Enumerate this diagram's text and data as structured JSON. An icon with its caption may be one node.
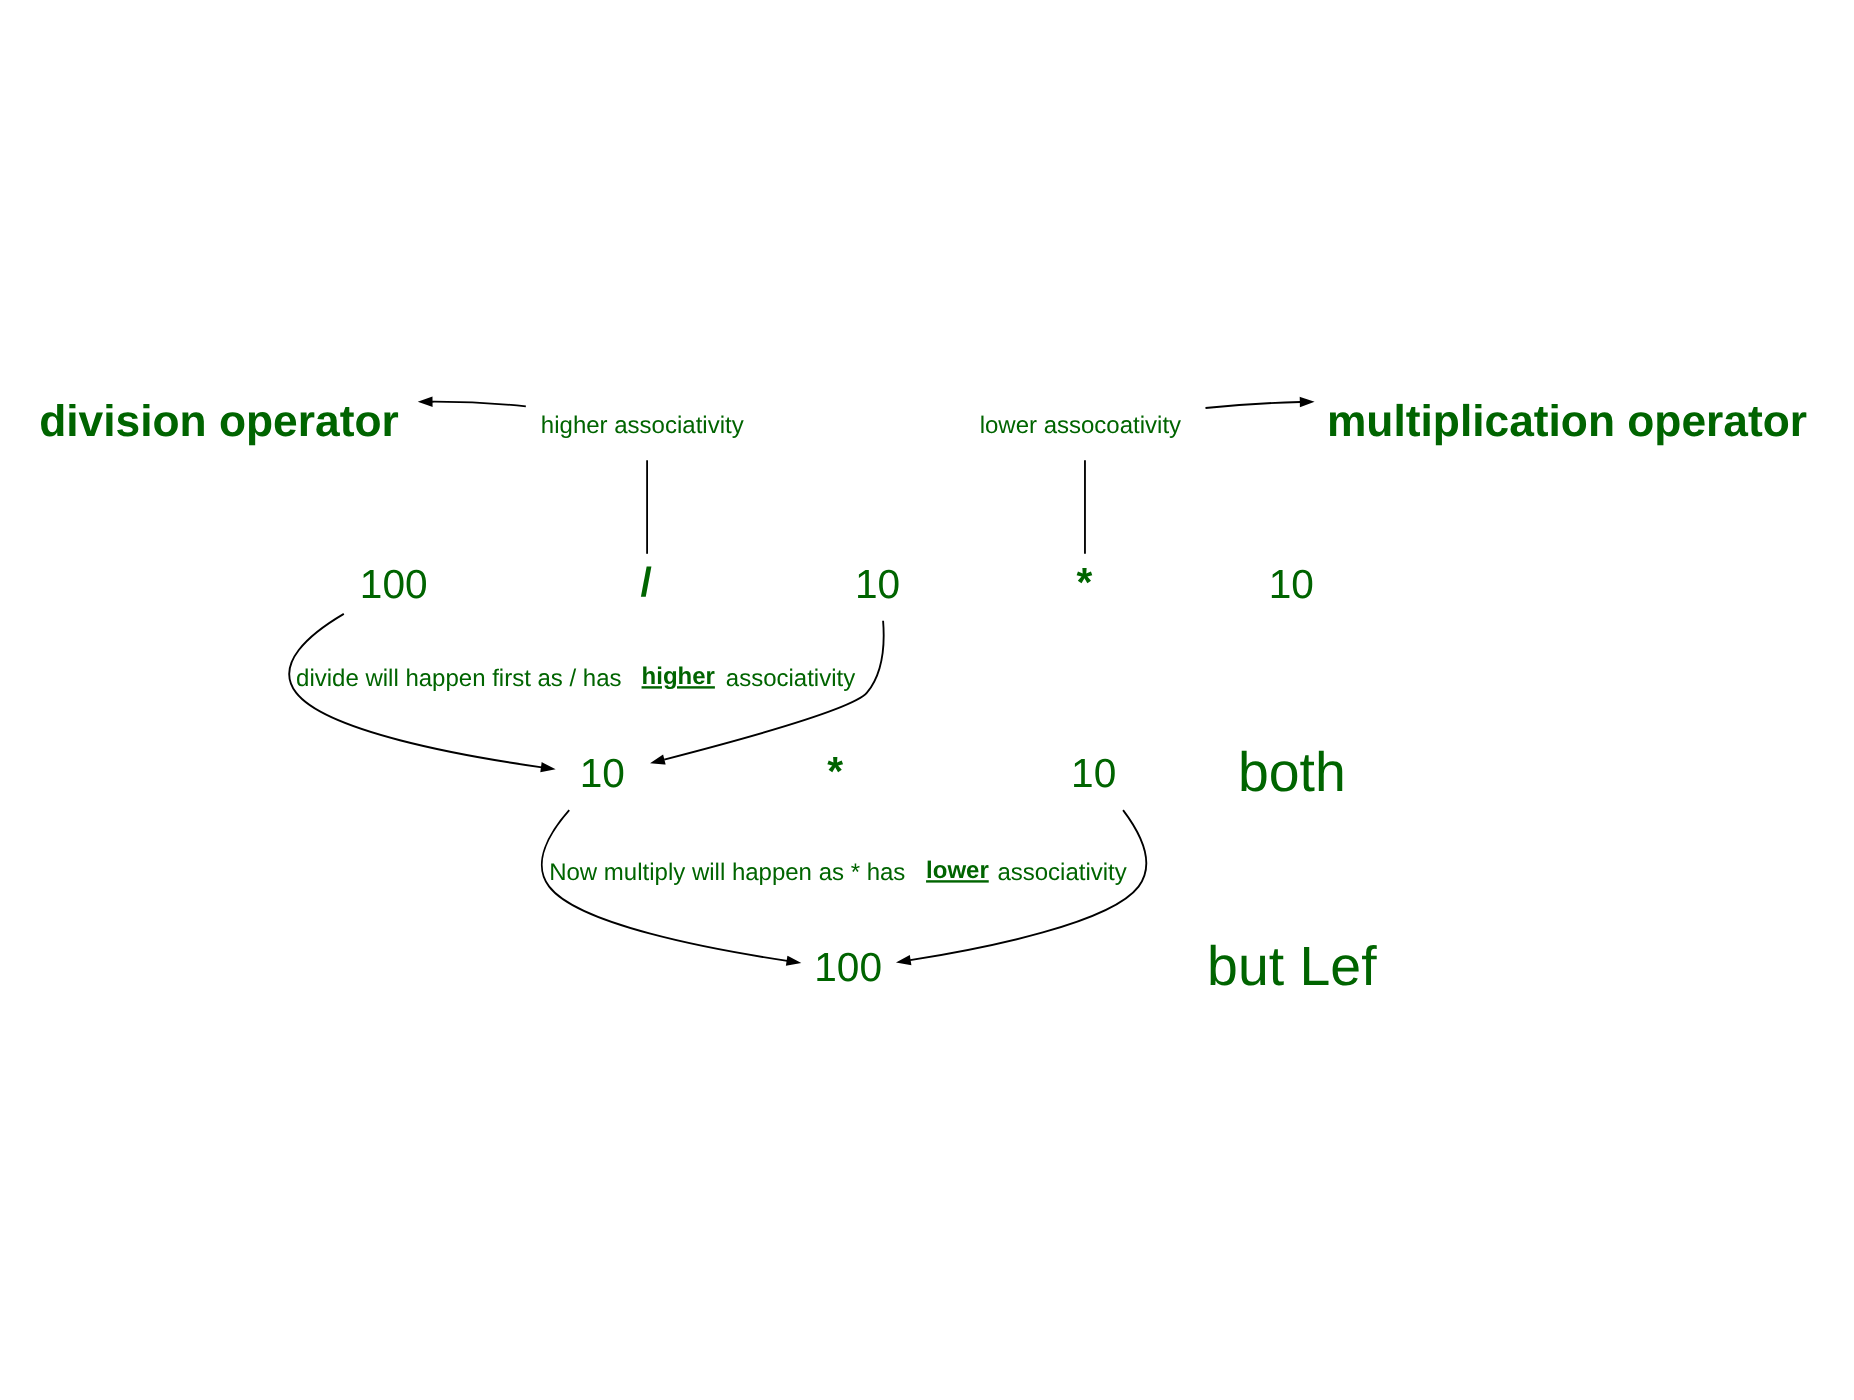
{
  "diagram": {
    "nodes": [
      {
        "text": [
          "division operator"
        ]
      },
      {
        "text": [
          "higher associativity"
        ]
      },
      {
        "text": [
          "lower assocoativity"
        ]
      },
      {
        "text": [
          "multiplication operator"
        ]
      },
      {
        "text": [
          "100"
        ]
      },
      {
        "text": [
          "/"
        ]
      },
      {
        "text": [
          "10"
        ]
      },
      {
        "text": [
          "*"
        ]
      },
      {
        "text": [
          "10"
        ]
      },
      {
        "text": [
          "10"
        ]
      },
      {
        "text": [
          "*"
        ]
      },
      {
        "text": [
          "10"
        ]
      },
      {
        "text": [
          "100"
        ]
      }
    ],
    "edges": [
      {
        "from": 1,
        "to": 0,
        "arrow": "to"
      },
      {
        "from": 2,
        "to": 3,
        "arrow": "to"
      },
      {
        "from": 1,
        "to": 5,
        "arrow": "none"
      },
      {
        "from": 2,
        "to": 7,
        "arrow": "none"
      },
      {
        "from": 4,
        "to": 9,
        "arrow": "to",
        "label": "divide will happen first as / has **higher** associativity"
      },
      {
        "from": 6,
        "to": 9,
        "arrow": "to"
      },
      {
        "from": 9,
        "to": 12,
        "arrow": "to",
        "label": "Now multiply will happen as * has **lower** associativity"
      },
      {
        "from": 11,
        "to": 12,
        "arrow": "to"
      }
    ],
    "labels": [
      "both",
      "but Lef"
    ]
  }
}
